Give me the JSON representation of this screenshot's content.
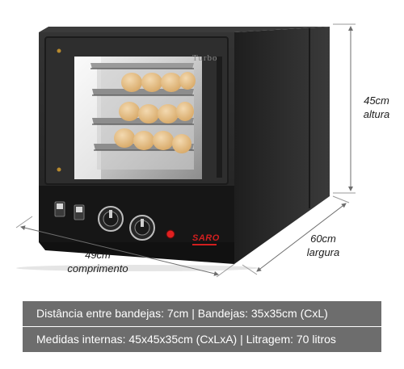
{
  "product": {
    "door_label": "Turbo",
    "brand_label": "SARO"
  },
  "dimensions": {
    "height": {
      "value": "45cm",
      "label": "altura"
    },
    "width": {
      "value": "49cm",
      "label": "comprimento"
    },
    "depth": {
      "value": "60cm",
      "label": "largura"
    }
  },
  "info_bars": [
    "Distância entre bandejas: 7cm | Bandejas: 35x35cm (CxL)",
    "Medidas internas: 45x45x35cm (CxLxA) | Litragem: 70 litros"
  ],
  "colors": {
    "oven_body": "#2b2b2b",
    "info_bar": "#6d6d6d",
    "brand_red": "#d11f1f",
    "bread": "#e8c392"
  }
}
